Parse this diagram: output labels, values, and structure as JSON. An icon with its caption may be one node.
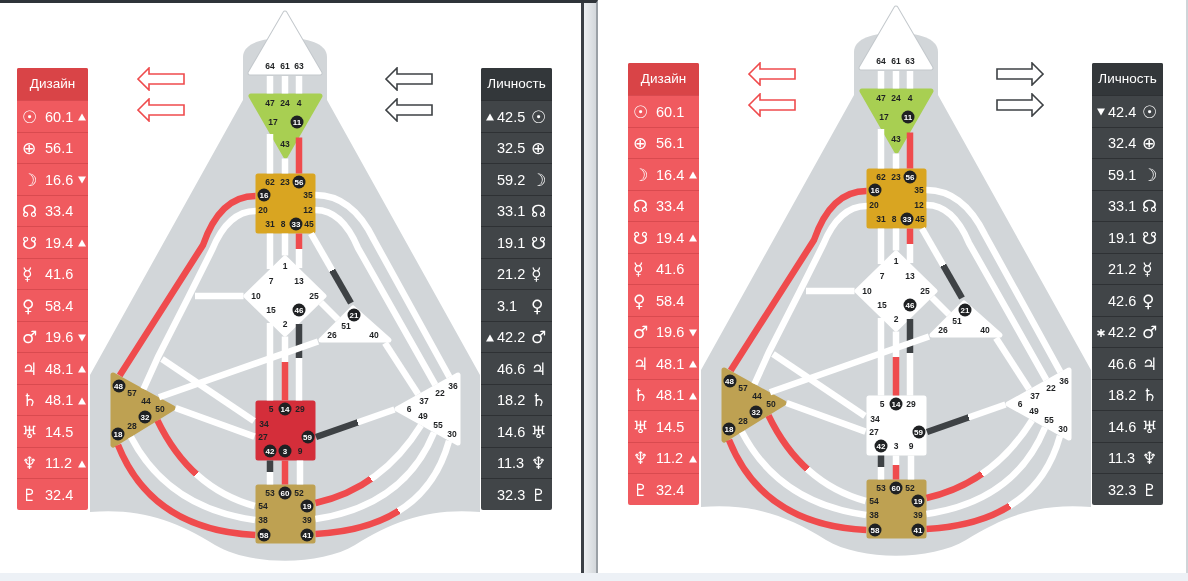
{
  "diagram": {
    "nodes": [
      {
        "text": [
          "Дизайн"
        ]
      },
      {
        "text": [
          "☉",
          "60.1"
        ],
        "in": 0
      },
      {
        "text": [
          "⊕",
          "56.1"
        ],
        "in": 0
      },
      {
        "text": [
          "☽",
          "16.6"
        ],
        "in": 0
      },
      {
        "text": [
          "☊",
          "33.4"
        ],
        "in": 0
      },
      {
        "text": [
          "☋",
          "19.4"
        ],
        "in": 0
      },
      {
        "text": [
          "☿",
          "41.6"
        ],
        "in": 0
      },
      {
        "text": [
          "♀",
          "58.4"
        ],
        "in": 0
      },
      {
        "text": [
          "♂",
          "19.6"
        ],
        "in": 0
      },
      {
        "text": [
          "♃",
          "48.1"
        ],
        "in": 0
      },
      {
        "text": [
          "♄",
          "48.1"
        ],
        "in": 0
      },
      {
        "text": [
          "♅",
          "14.5"
        ],
        "in": 0
      },
      {
        "text": [
          "♆",
          "11.2"
        ],
        "in": 0
      },
      {
        "text": [
          "♇",
          "32.4"
        ],
        "in": 0
      },
      {
        "text": [
          "64",
          "61",
          "63"
        ]
      },
      {
        "text": [
          "47",
          "24",
          "4",
          "17",
          "11",
          "43"
        ]
      },
      {
        "text": [
          "62",
          "23",
          "56",
          "16",
          "35",
          "20",
          "12",
          "31",
          "8",
          "33",
          "45"
        ]
      },
      {
        "text": [
          "1",
          "7",
          "13",
          "10",
          "25",
          "15",
          "46",
          "2"
        ]
      },
      {
        "text": [
          "21",
          "51",
          "26",
          "40"
        ]
      },
      {
        "text": [
          "48",
          "57",
          "44",
          "50",
          "32",
          "28",
          "18"
        ]
      },
      {
        "text": [
          "5",
          "14",
          "29",
          "34",
          "27",
          "59",
          "42",
          "3",
          "9"
        ]
      },
      {
        "text": [
          "36",
          "22",
          "37",
          "6",
          "49",
          "55",
          "30"
        ]
      },
      {
        "text": [
          "53",
          "60",
          "52",
          "54",
          "19",
          "38",
          "39",
          "58",
          "41"
        ]
      },
      {
        "text": [
          "Личность"
        ]
      },
      {
        "text": [
          "42.5",
          "☉"
        ],
        "in": 23
      },
      {
        "text": [
          "32.5",
          "⊕"
        ],
        "in": 23
      },
      {
        "text": [
          "59.2",
          "☽"
        ],
        "in": 23
      },
      {
        "text": [
          "33.1",
          "☊"
        ],
        "in": 23
      },
      {
        "text": [
          "19.1",
          "☋"
        ],
        "in": 23
      },
      {
        "text": [
          "21.2",
          "☿"
        ],
        "in": 23
      },
      {
        "text": [
          "3.1",
          "♀"
        ],
        "in": 23
      },
      {
        "text": [
          "42.2",
          "♂"
        ],
        "in": 23
      },
      {
        "text": [
          "46.6",
          "♃"
        ],
        "in": 23
      },
      {
        "text": [
          "18.2",
          "♄"
        ],
        "in": 23
      },
      {
        "text": [
          "14.6",
          "♅"
        ],
        "in": 23
      },
      {
        "text": [
          "11.3",
          "♆"
        ],
        "in": 23
      },
      {
        "text": [
          "32.3",
          "♇"
        ],
        "in": 23
      },
      {
        "text": [
          "Дизайн"
        ]
      },
      {
        "text": [
          "☉",
          "60.1"
        ],
        "in": 37
      },
      {
        "text": [
          "⊕",
          "56.1"
        ],
        "in": 37
      },
      {
        "text": [
          "☽",
          "16.4"
        ],
        "in": 37
      },
      {
        "text": [
          "☊",
          "33.4"
        ],
        "in": 37
      },
      {
        "text": [
          "☋",
          "19.4"
        ],
        "in": 37
      },
      {
        "text": [
          "☿",
          "41.6"
        ],
        "in": 37
      },
      {
        "text": [
          "♀",
          "58.4"
        ],
        "in": 37
      },
      {
        "text": [
          "♂",
          "19.6"
        ],
        "in": 37
      },
      {
        "text": [
          "♃",
          "48.1"
        ],
        "in": 37
      },
      {
        "text": [
          "♄",
          "48.1"
        ],
        "in": 37
      },
      {
        "text": [
          "♅",
          "14.5"
        ],
        "in": 37
      },
      {
        "text": [
          "♆",
          "11.2"
        ],
        "in": 37
      },
      {
        "text": [
          "♇",
          "32.4"
        ],
        "in": 37
      },
      {
        "text": [
          "64",
          "61",
          "63"
        ]
      },
      {
        "text": [
          "47",
          "24",
          "4",
          "17",
          "11",
          "43"
        ]
      },
      {
        "text": [
          "62",
          "23",
          "56",
          "16",
          "35",
          "20",
          "12",
          "31",
          "8",
          "33",
          "45"
        ]
      },
      {
        "text": [
          "1",
          "7",
          "13",
          "10",
          "25",
          "15",
          "46",
          "2"
        ]
      },
      {
        "text": [
          "21",
          "51",
          "26",
          "40"
        ]
      },
      {
        "text": [
          "48",
          "57",
          "44",
          "50",
          "32",
          "28",
          "18"
        ]
      },
      {
        "text": [
          "5",
          "14",
          "29",
          "34",
          "27",
          "59",
          "42",
          "3",
          "9"
        ]
      },
      {
        "text": [
          "36",
          "22",
          "37",
          "6",
          "49",
          "55",
          "30"
        ]
      },
      {
        "text": [
          "53",
          "60",
          "52",
          "54",
          "19",
          "38",
          "39",
          "58",
          "41"
        ]
      },
      {
        "text": [
          "Личность"
        ]
      },
      {
        "text": [
          "42.4",
          "☉"
        ],
        "in": 60
      },
      {
        "text": [
          "32.4",
          "⊕"
        ],
        "in": 60
      },
      {
        "text": [
          "59.1",
          "☽"
        ],
        "in": 60
      },
      {
        "text": [
          "33.1",
          "☊"
        ],
        "in": 60
      },
      {
        "text": [
          "19.1",
          "☋"
        ],
        "in": 60
      },
      {
        "text": [
          "21.2",
          "☿"
        ],
        "in": 60
      },
      {
        "text": [
          "42.6",
          "♀"
        ],
        "in": 60
      },
      {
        "text": [
          "42.2",
          "♂"
        ],
        "in": 60
      },
      {
        "text": [
          "46.6",
          "♃"
        ],
        "in": 60
      },
      {
        "text": [
          "18.2",
          "♄"
        ],
        "in": 60
      },
      {
        "text": [
          "14.6",
          "♅"
        ],
        "in": 60
      },
      {
        "text": [
          "11.3",
          "♆"
        ],
        "in": 60
      },
      {
        "text": [
          "32.3",
          "♇"
        ],
        "in": 60
      }
    ],
    "edges": [
      {
        "from": 14,
        "to": 15,
        "arrow": "none"
      },
      {
        "from": 14,
        "to": 15,
        "arrow": "none"
      },
      {
        "from": 14,
        "to": 15,
        "arrow": "none"
      },
      {
        "from": 15,
        "to": 16,
        "arrow": "none"
      },
      {
        "from": 15,
        "to": 16,
        "arrow": "none"
      },
      {
        "from": 15,
        "to": 16,
        "arrow": "none",
        "color": "#ef4b4d"
      },
      {
        "from": 16,
        "to": 19,
        "arrow": "none",
        "color": "#ef4b4d"
      },
      {
        "from": 16,
        "to": 19,
        "arrow": "none"
      },
      {
        "from": 16,
        "to": 20,
        "arrow": "none"
      },
      {
        "from": 16,
        "to": 17,
        "arrow": "none"
      },
      {
        "from": 16,
        "to": 17,
        "arrow": "none"
      },
      {
        "from": 16,
        "to": 17,
        "arrow": "none"
      },
      {
        "from": 16,
        "to": 17,
        "arrow": "none",
        "color": "#ef4b4d"
      },
      {
        "from": 16,
        "to": 18,
        "arrow": "none",
        "color": "#3e4245"
      },
      {
        "from": 16,
        "to": 21,
        "arrow": "none"
      },
      {
        "from": 16,
        "to": 21,
        "arrow": "none"
      },
      {
        "from": 17,
        "to": 19,
        "arrow": "none"
      },
      {
        "from": 17,
        "to": 20,
        "arrow": "none"
      },
      {
        "from": 17,
        "to": 20,
        "arrow": "none"
      },
      {
        "from": 17,
        "to": 20,
        "arrow": "none",
        "color": "#ef4b4d"
      },
      {
        "from": 17,
        "to": 20,
        "arrow": "none",
        "color": "#3e4245"
      },
      {
        "from": 17,
        "to": 18,
        "arrow": "none"
      },
      {
        "from": 18,
        "to": 19,
        "arrow": "none"
      },
      {
        "from": 18,
        "to": 21,
        "arrow": "none"
      },
      {
        "from": 19,
        "to": 20,
        "arrow": "none"
      },
      {
        "from": 19,
        "to": 20,
        "arrow": "none"
      },
      {
        "from": 19,
        "to": 22,
        "arrow": "none",
        "color": "#ef4b4d"
      },
      {
        "from": 19,
        "to": 22,
        "arrow": "none"
      },
      {
        "from": 19,
        "to": 22,
        "arrow": "none",
        "color": "#ef4b4d"
      },
      {
        "from": 20,
        "to": 21,
        "arrow": "none",
        "color": "#3e4245"
      },
      {
        "from": 20,
        "to": 22,
        "arrow": "none",
        "color": "#3e4245"
      },
      {
        "from": 20,
        "to": 22,
        "arrow": "none",
        "color": "#ef4b4d"
      },
      {
        "from": 20,
        "to": 22,
        "arrow": "none"
      },
      {
        "from": 22,
        "to": 21,
        "arrow": "none",
        "color": "#ef4b4d"
      },
      {
        "from": 22,
        "to": 21,
        "arrow": "none"
      },
      {
        "from": 22,
        "to": 21,
        "arrow": "none",
        "color": "#ef4b4d"
      },
      {
        "from": 51,
        "to": 52,
        "arrow": "none"
      },
      {
        "from": 51,
        "to": 52,
        "arrow": "none"
      },
      {
        "from": 51,
        "to": 52,
        "arrow": "none"
      },
      {
        "from": 52,
        "to": 53,
        "arrow": "none"
      },
      {
        "from": 52,
        "to": 53,
        "arrow": "none"
      },
      {
        "from": 52,
        "to": 53,
        "arrow": "none",
        "color": "#ef4b4d"
      },
      {
        "from": 53,
        "to": 56,
        "arrow": "none",
        "color": "#ef4b4d"
      },
      {
        "from": 53,
        "to": 56,
        "arrow": "none"
      },
      {
        "from": 53,
        "to": 57,
        "arrow": "none"
      },
      {
        "from": 53,
        "to": 54,
        "arrow": "none"
      },
      {
        "from": 53,
        "to": 54,
        "arrow": "none"
      },
      {
        "from": 53,
        "to": 54,
        "arrow": "none"
      },
      {
        "from": 53,
        "to": 54,
        "arrow": "none",
        "color": "#ef4b4d"
      },
      {
        "from": 53,
        "to": 55,
        "arrow": "none",
        "color": "#3e4245"
      },
      {
        "from": 53,
        "to": 58,
        "arrow": "none"
      },
      {
        "from": 53,
        "to": 58,
        "arrow": "none"
      },
      {
        "from": 54,
        "to": 56,
        "arrow": "none"
      },
      {
        "from": 54,
        "to": 57,
        "arrow": "none"
      },
      {
        "from": 54,
        "to": 57,
        "arrow": "none"
      },
      {
        "from": 54,
        "to": 57,
        "arrow": "none",
        "color": "#ef4b4d"
      },
      {
        "from": 54,
        "to": 57,
        "arrow": "none",
        "color": "#3e4245"
      },
      {
        "from": 54,
        "to": 55,
        "arrow": "none"
      },
      {
        "from": 55,
        "to": 56,
        "arrow": "none"
      },
      {
        "from": 55,
        "to": 58,
        "arrow": "none"
      },
      {
        "from": 56,
        "to": 57,
        "arrow": "none"
      },
      {
        "from": 56,
        "to": 57,
        "arrow": "none"
      },
      {
        "from": 56,
        "to": 59,
        "arrow": "none",
        "color": "#ef4b4d"
      },
      {
        "from": 56,
        "to": 59,
        "arrow": "none"
      },
      {
        "from": 56,
        "to": 59,
        "arrow": "none",
        "color": "#ef4b4d"
      },
      {
        "from": 57,
        "to": 58,
        "arrow": "none",
        "color": "#3e4245"
      },
      {
        "from": 57,
        "to": 59,
        "arrow": "none",
        "color": "#3e4245"
      },
      {
        "from": 57,
        "to": 59,
        "arrow": "none",
        "color": "#ef4b4d"
      },
      {
        "from": 57,
        "to": 59,
        "arrow": "none"
      },
      {
        "from": 59,
        "to": 58,
        "arrow": "none",
        "color": "#ef4b4d"
      },
      {
        "from": 59,
        "to": 58,
        "arrow": "none"
      },
      {
        "from": 59,
        "to": 58,
        "arrow": "none",
        "color": "#ef4b4d"
      }
    ]
  }
}
